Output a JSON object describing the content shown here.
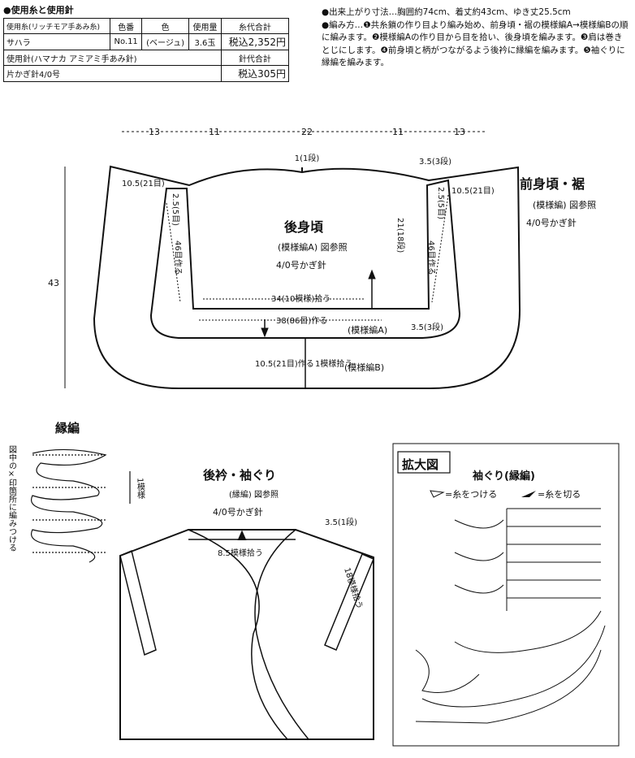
{
  "materials": {
    "title": "●使用糸と使用針",
    "header": {
      "yarn": "使用糸(リッチモア手あみ糸)",
      "color_no": "色番",
      "color": "色",
      "amount": "使用量",
      "total": "糸代合計"
    },
    "row1": {
      "yarn": "サハラ",
      "color_no": "No.11",
      "color": "(ベージュ)",
      "amount": "3.6玉",
      "price": "税込2,352円"
    },
    "needle_header": {
      "label": "使用針(ハマナカ アミアミ手あみ針)",
      "total": "針代合計"
    },
    "needle_row": {
      "label": "片かぎ針4/0号",
      "price": "税込305円"
    }
  },
  "notes": {
    "line1": "●出来上がり寸法…胸囲約74cm、着丈約43cm、ゆき丈25.5cm",
    "line2": "●編み方…❶共糸鎖の作り目より編み始め、前身頃・裾の模様編A→模様編Bの順に編みます。❷模様編Aの作り目から目を拾い、後身頃を編みます。❸肩は巻きとじにします。❹前身頃と柄がつながるよう後衿に縁編を編みます。❺袖ぐりに縁編を編みます。"
  },
  "body_diagram": {
    "top_dims": [
      "13",
      "11",
      "22",
      "11",
      "13"
    ],
    "height": "43",
    "center_rows": "1(1段)",
    "shoulder_right": "3.5(3段)",
    "front_left": "10.5(21目)",
    "front_right": "10.5(21目)",
    "edge_left": "2.5(5目)",
    "edge_right": "2.5(5目)",
    "front_title": "前身頃・裾",
    "front_pattern": "(模様編) 図参照",
    "front_hook": "4/0号かぎ針",
    "back_title": "後身頃",
    "back_pattern": "(模様編A) 図参照",
    "back_hook": "4/0号かぎ針",
    "side_left": "46目作る",
    "side_right": "46目作る",
    "side_height": "21(18段)",
    "back_width": "34(10模様)拾う",
    "chain_count": "38(86目)作る",
    "pattern_a": "(模様編A)",
    "bottom_rows": "3.5(3段)",
    "hem_left": "10.5(21目)作る",
    "hem_mid": "1模様拾う",
    "pattern_b": "(模様編B)"
  },
  "edging": {
    "title": "縁編",
    "side_note": "図中の×印箇所に編みつける",
    "repeat": "1模様"
  },
  "collar": {
    "title": "後衿・袖ぐり",
    "pattern": "(縁編) 図参照",
    "hook": "4/0号かぎ針",
    "rows": "3.5(1段)",
    "pickup": "8.5模様拾う",
    "side_pickup": "18模様拾う"
  },
  "enlarged": {
    "title": "拡大図",
    "subtitle": "袖ぐり(縁編)",
    "legend_attach": "=糸をつける",
    "legend_cut": "=糸を切る"
  }
}
